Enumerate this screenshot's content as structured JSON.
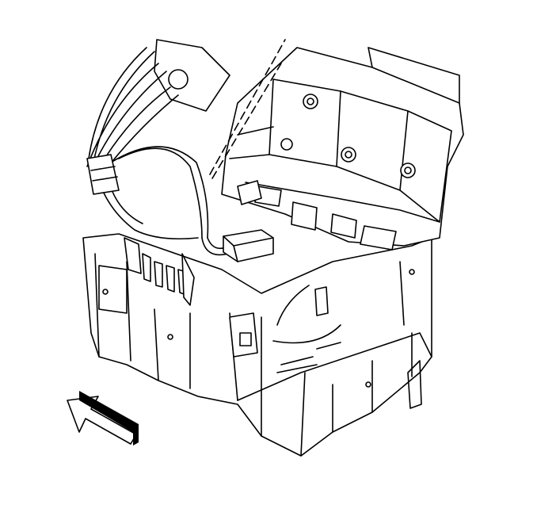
{
  "figure": {
    "kind": "line-art illustration",
    "colors": {
      "line": "#000000",
      "background": "#ffffff"
    },
    "parts": [
      "bracket-base",
      "module-housing",
      "wiring-harness",
      "harness-connector",
      "retaining-clips",
      "direction-arrow"
    ]
  }
}
